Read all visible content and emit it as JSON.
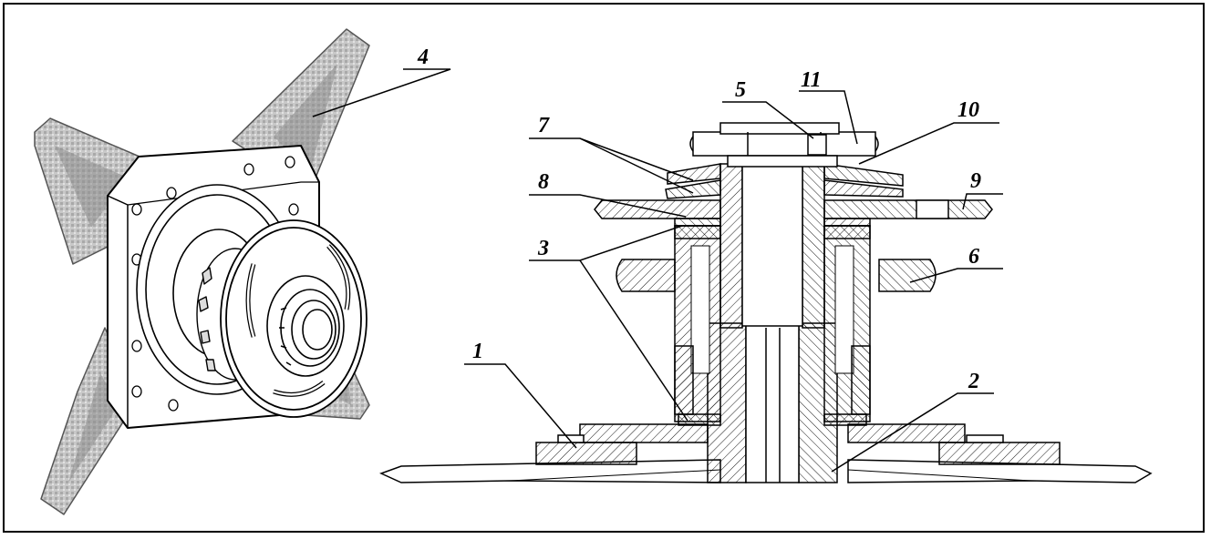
{
  "figure": {
    "left_view": "isometric-cutter-disc-assembly",
    "right_view": "sectional-drawing",
    "callouts": [
      {
        "id": "c1",
        "label": "1"
      },
      {
        "id": "c2",
        "label": "2"
      },
      {
        "id": "c3",
        "label": "3"
      },
      {
        "id": "c4",
        "label": "4"
      },
      {
        "id": "c5",
        "label": "5"
      },
      {
        "id": "c6",
        "label": "6"
      },
      {
        "id": "c7",
        "label": "7"
      },
      {
        "id": "c8",
        "label": "8"
      },
      {
        "id": "c9",
        "label": "9"
      },
      {
        "id": "c10",
        "label": "10"
      },
      {
        "id": "c11",
        "label": "11"
      }
    ],
    "colors": {
      "line": "#000000",
      "blade_fill": "#bdbdbd",
      "blade_dark": "#8a8a8a",
      "background": "#ffffff"
    }
  }
}
